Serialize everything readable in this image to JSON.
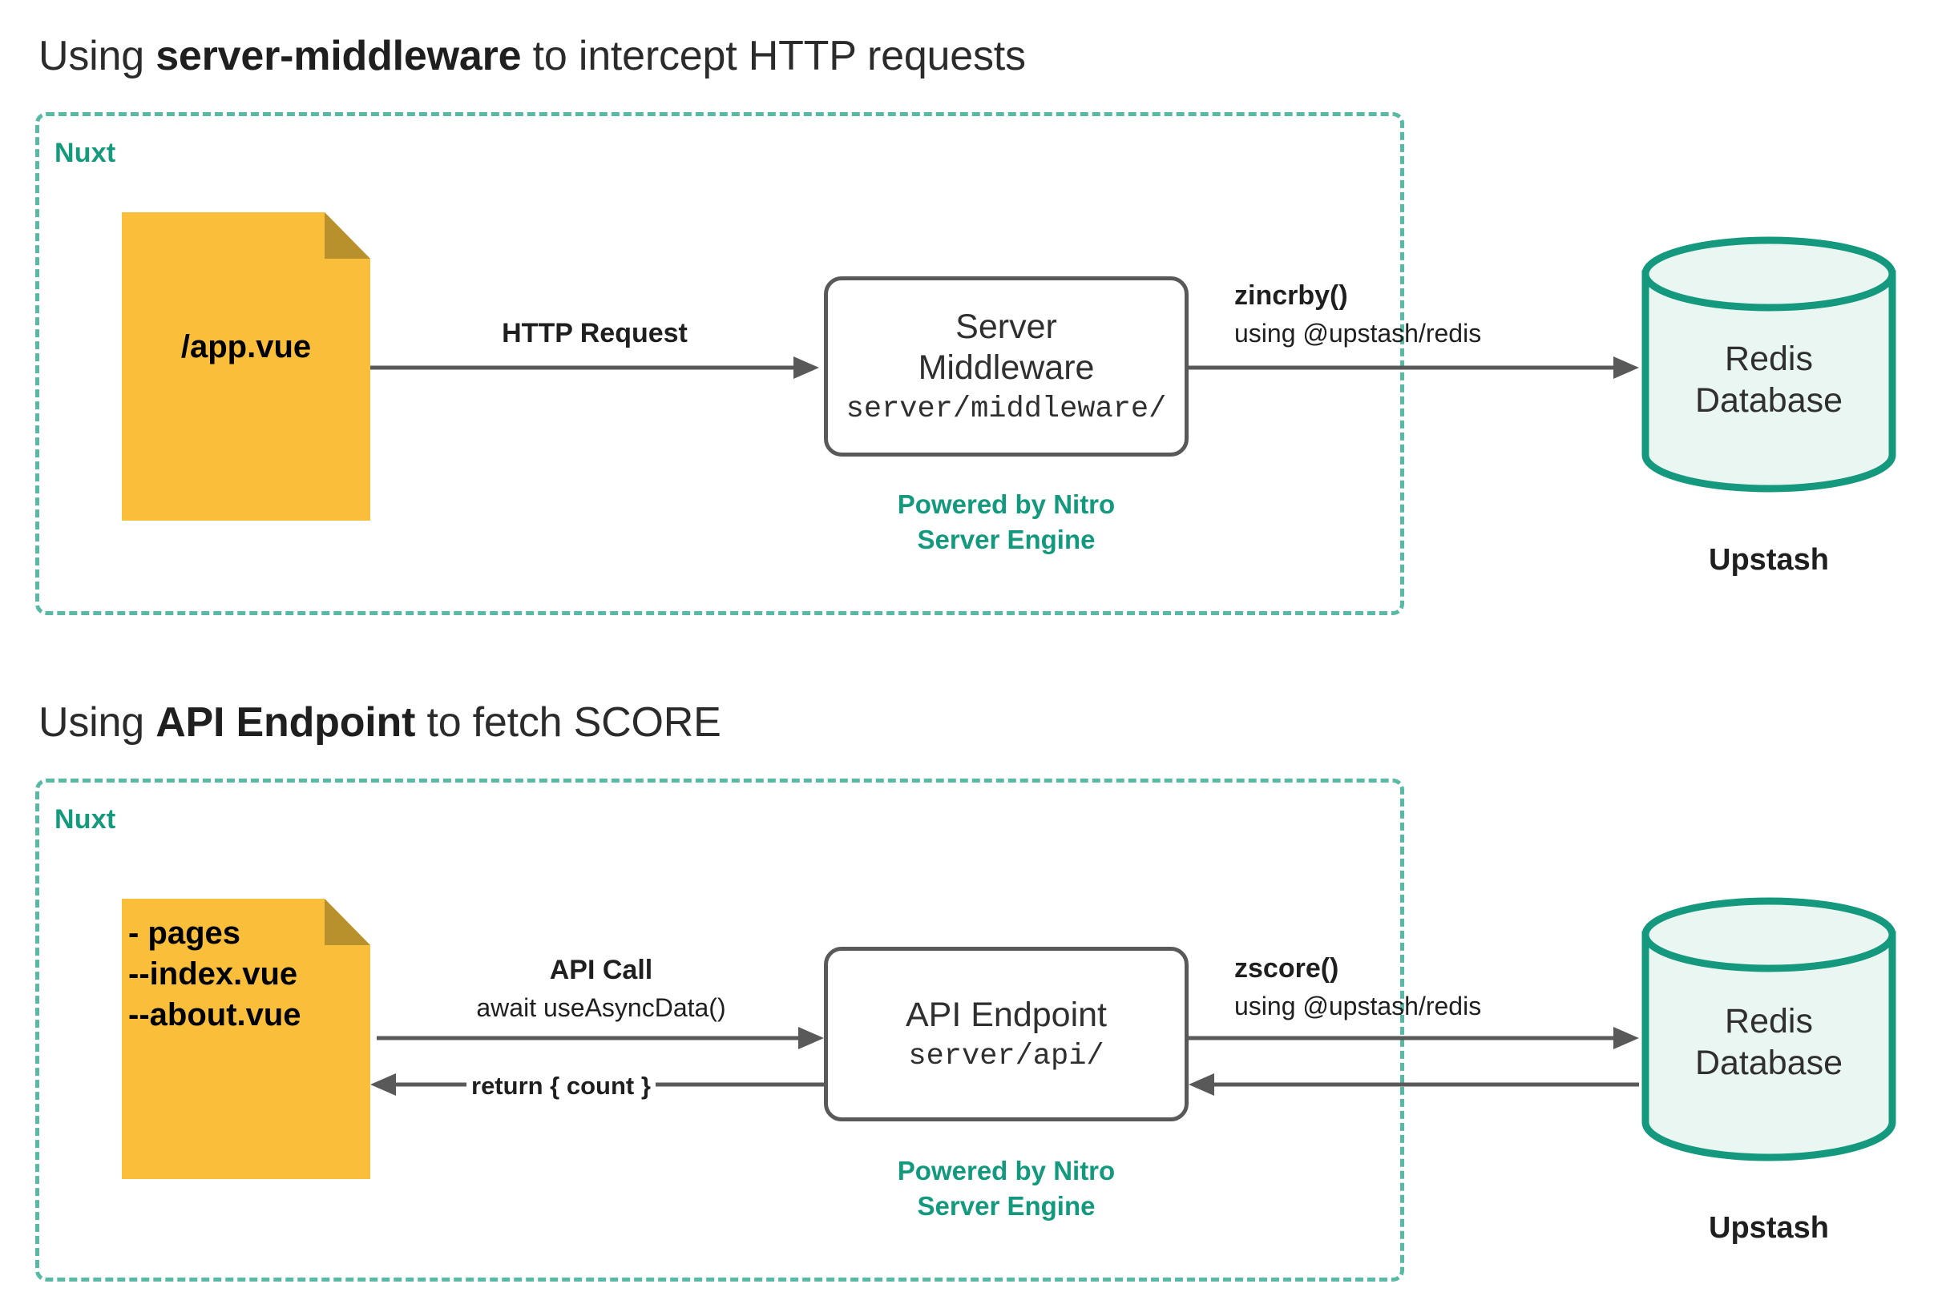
{
  "colors": {
    "nuxt_border": "#58b9a4",
    "nuxt_label": "#159a7e",
    "file_yellow": "#F9BF3B",
    "file_fold": "#B8912C",
    "box_border": "#595959",
    "arrow": "#595959",
    "cylinder_stroke": "#15997e",
    "cylinder_fill": "#eaf6f2",
    "nitro_green": "#13997d",
    "title_text": "#2b2b2b"
  },
  "sections": [
    {
      "title_prefix": "Using ",
      "title_bold": "server-middleware",
      "title_suffix": " to intercept HTTP requests",
      "container_label": "Nuxt",
      "file": {
        "lines": "/app.vue",
        "align": "center"
      },
      "arrow_forward": {
        "bold": "HTTP Request",
        "regular": ""
      },
      "process": {
        "title": "Server\nMiddleware",
        "path": "server/middleware/"
      },
      "nitro_caption": "Powered by Nitro\nServer Engine",
      "db_arrow": {
        "bold": "zincrby()",
        "regular": "using @upstash/redis"
      },
      "database": {
        "name": "Redis\nDatabase",
        "provider": "Upstash"
      },
      "has_return_arrows": false
    },
    {
      "title_prefix": "Using ",
      "title_bold": "API Endpoint",
      "title_suffix": " to fetch SCORE",
      "container_label": "Nuxt",
      "file": {
        "lines": "- pages\n--index.vue\n--about.vue",
        "align": "left"
      },
      "arrow_forward": {
        "bold": "API Call",
        "regular": "await useAsyncData()"
      },
      "arrow_return": {
        "label": "return { count }"
      },
      "process": {
        "title": "API Endpoint",
        "path": "server/api/"
      },
      "nitro_caption": "Powered by Nitro\nServer Engine",
      "db_arrow": {
        "bold": "zscore()",
        "regular": "using @upstash/redis"
      },
      "database": {
        "name": "Redis\nDatabase",
        "provider": "Upstash"
      },
      "has_return_arrows": true
    }
  ]
}
